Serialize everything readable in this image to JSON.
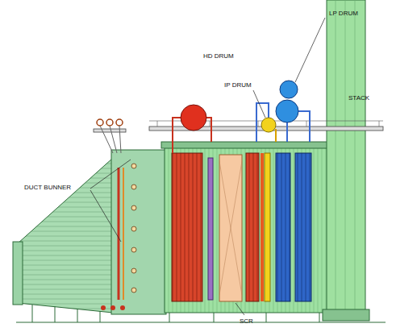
{
  "diagram": {
    "labels": [
      "HD DRUM",
      "IP DRUM",
      "LP DRUM",
      "STACK",
      "DUCT BUNNER",
      "SCR"
    ]
  }
}
